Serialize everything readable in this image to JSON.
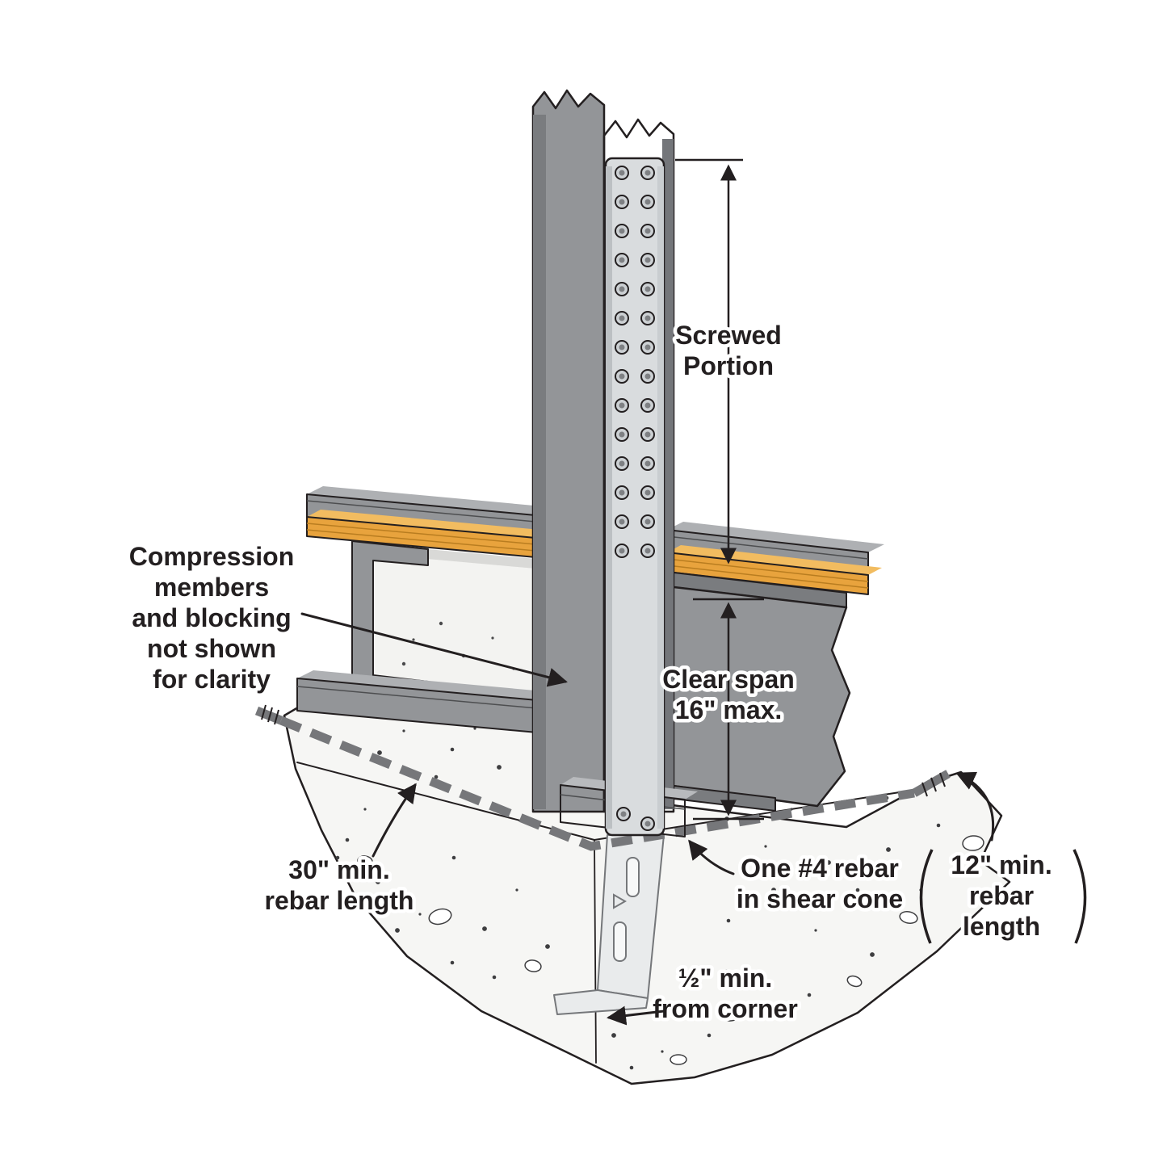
{
  "labels": {
    "screwed_portion": {
      "line1": "Screwed",
      "line2": "Portion"
    },
    "clear_span": {
      "line1": "Clear span",
      "line2": "16\" max."
    },
    "compression_note": {
      "line1": "Compression",
      "line2": "members",
      "line3": "and blocking",
      "line4": "not shown",
      "line5": "for clarity"
    },
    "rebar_length_30": {
      "line1": "30\" min.",
      "line2": "rebar length"
    },
    "rebar_length_12": {
      "line1": "12\" min.",
      "line2": "rebar",
      "line3": "length"
    },
    "shear_cone": {
      "line1": "One #4 rebar",
      "line2": "in shear cone"
    },
    "corner_clearance": {
      "line1": "½\" min.",
      "line2": "from corner"
    }
  },
  "colors": {
    "outline": "#231F20",
    "steel_gray": "#939598",
    "steel_dark": "#7A7C7F",
    "strap_silver": "#D9DCDE",
    "sheathing_orange": "#E8A33D",
    "concrete": "#F6F6F4",
    "rebar_gray": "#76777A"
  }
}
